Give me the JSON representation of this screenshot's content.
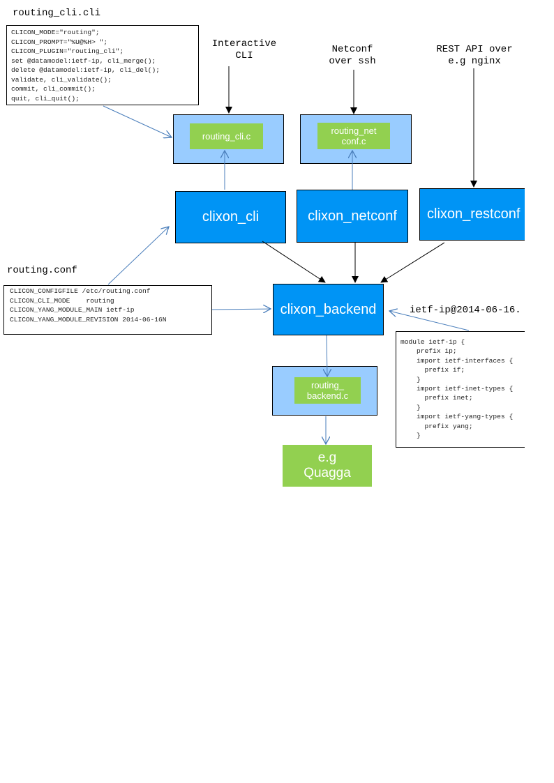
{
  "cli_spec": {
    "title": "routing_cli.cli",
    "lines": [
      "CLICON_MODE=\"routing\";",
      "CLICON_PROMPT=\"%U@%H> \";",
      "CLICON_PLUGIN=\"routing_cli\";",
      "set @datamodel:ietf-ip, cli_merge();",
      "delete @datamodel:ietf-ip, cli_del();",
      "validate, cli_validate();",
      "commit, cli_commit();",
      "quit, cli_quit();"
    ]
  },
  "frontends": {
    "interactive_cli": "Interactive\nCLI",
    "netconf_ssh": "Netconf\nover ssh",
    "restapi": "REST API over\ne.g nginx"
  },
  "plugins": {
    "cli": "routing_cli.c",
    "netconf": "routing_net\nconf.c",
    "backend": "routing_\nbackend.c"
  },
  "components": {
    "cli": "clixon_cli",
    "netconf": "clixon_netconf",
    "restconf": "clixon_restconf",
    "backend": "clixon_backend",
    "quagga": "e.g\nQuagga"
  },
  "config": {
    "title": "routing.conf",
    "lines": [
      "CLICON_CONFIGFILE /etc/routing.conf",
      "CLICON_CLI_MODE    routing",
      "CLICON_YANG_MODULE_MAIN ietf-ip",
      "CLICON_YANG_MODULE_REVISION 2014-06-16N"
    ]
  },
  "yang": {
    "title": "ietf-ip@2014-06-16.",
    "lines": [
      "module ietf-ip {",
      "    prefix ip;",
      "    import ietf-interfaces {",
      "      prefix if;",
      "    }",
      "    import ietf-inet-types {",
      "      prefix inet;",
      "    }",
      "    import ietf-yang-types {",
      "      prefix yang;",
      "    }"
    ]
  },
  "colors": {
    "component": "#0094f5",
    "plugin_bg": "#99ccff",
    "plugin": "#92d050",
    "link": "#4a7ebb"
  }
}
